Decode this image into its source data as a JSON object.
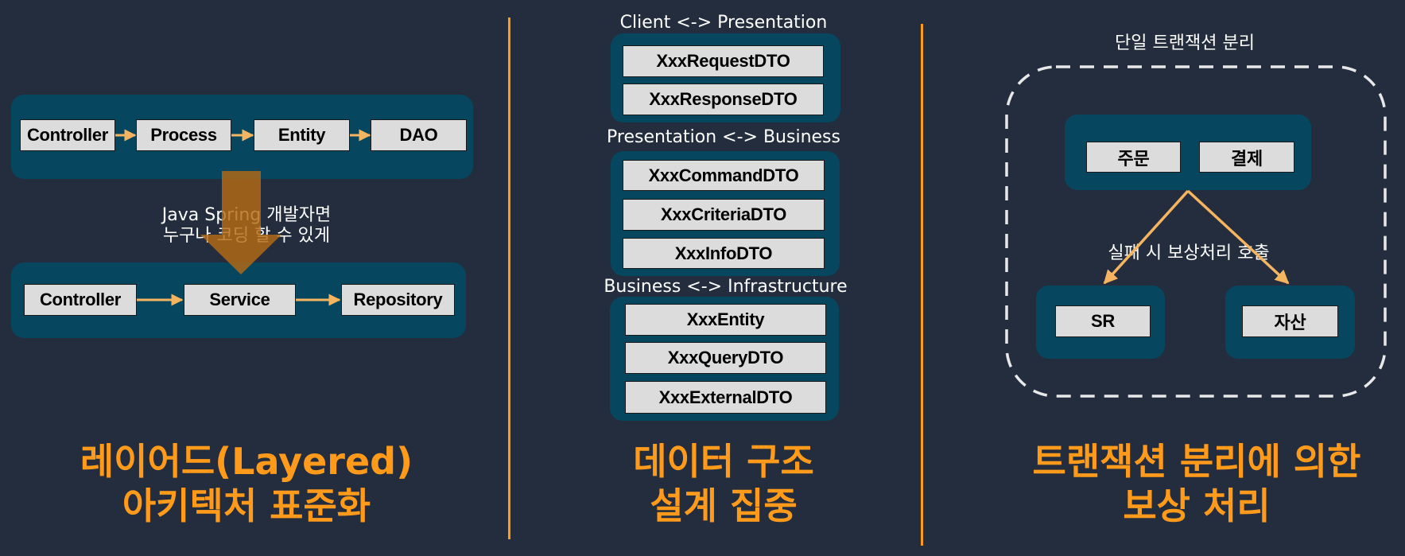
{
  "section1": {
    "top_boxes": [
      "Controller",
      "Process",
      "Entity",
      "DAO"
    ],
    "middle_text": [
      "Java Spring 개발자면",
      "누구나 코딩 할 수 있게"
    ],
    "bottom_boxes": [
      "Controller",
      "Service",
      "Repository"
    ],
    "title": [
      "레이어드(Layered)",
      "아키텍처 표준화"
    ]
  },
  "section2": {
    "groups": [
      {
        "label": "Client <-> Presentation",
        "items": [
          "XxxRequestDTO",
          "XxxResponseDTO"
        ]
      },
      {
        "label": "Presentation <-> Business",
        "items": [
          "XxxCommandDTO",
          "XxxCriteriaDTO",
          "XxxInfoDTO"
        ]
      },
      {
        "label": "Business <-> Infrastructure",
        "items": [
          "XxxEntity",
          "XxxQueryDTO",
          "XxxExternalDTO"
        ]
      }
    ],
    "title": [
      "데이터 구조",
      "설계 집중"
    ]
  },
  "section3": {
    "boundary_label": "단일 트랜잭션 분리",
    "top_boxes": [
      "주문",
      "결제"
    ],
    "arrow_label": "실패 시 보상처리 호출",
    "bottom_left": "SR",
    "bottom_right": "자산",
    "title": [
      "트랜잭션 분리에 의한",
      "보상 처리"
    ]
  },
  "colors": {
    "background": "#232d3d",
    "panel": "#07465f",
    "accent": "#ff9a1a",
    "arrow": "#f5b560",
    "box": "#dcdcdc"
  }
}
